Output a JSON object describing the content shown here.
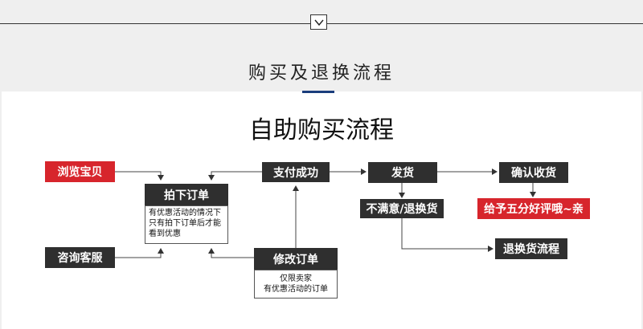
{
  "header": {
    "section_title": "购买及退换流程",
    "main_title": "自助购买流程",
    "toggle_icon": "chevron-down-icon"
  },
  "nodes": {
    "browse": "浏览宝贝",
    "consult": "咨询客服",
    "place_order": "拍下订单",
    "place_order_note": "有优惠活动的情况下只有拍下订单后才能看到优惠",
    "pay_success": "支付成功",
    "modify_order": "修改订单",
    "modify_order_note_1": "仅限卖家",
    "modify_order_note_2": "有优惠活动的订单",
    "ship": "发货",
    "unsatisfied": "不满意/退换货",
    "confirm_receipt": "确认收货",
    "good_review": "给予五分好评哦~亲",
    "return_process": "退换货流程"
  },
  "colors": {
    "dark_box": "#2f2f2f",
    "red_box": "#d7252c",
    "accent": "#1a3d7c"
  }
}
